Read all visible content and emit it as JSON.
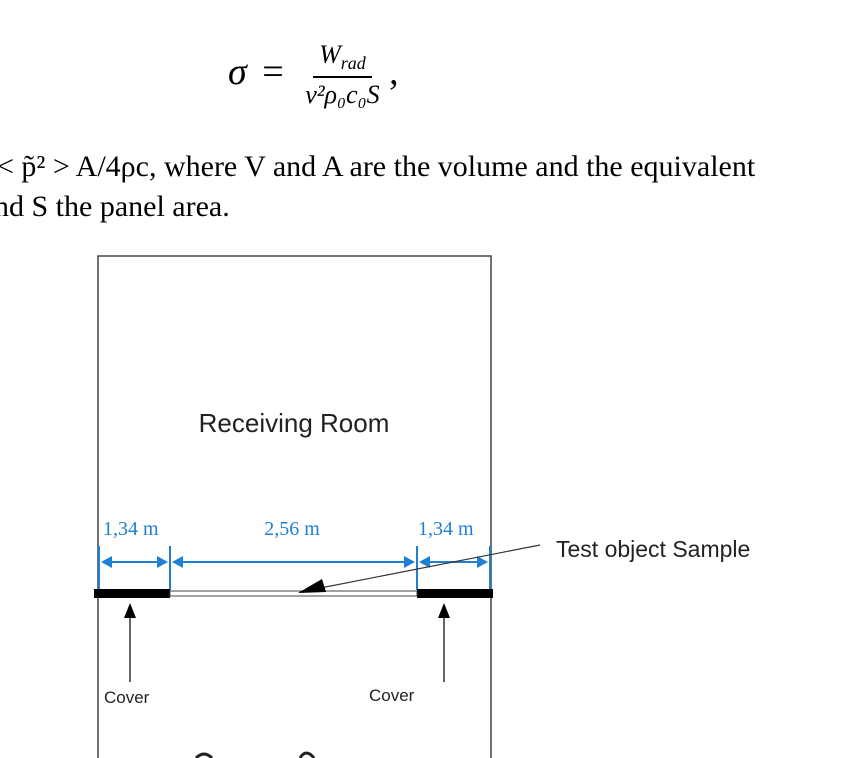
{
  "equation": {
    "lhs": "σ",
    "eq": "=",
    "numerator": "W",
    "numerator_sub": "rad",
    "denominator": "v²ρ₀c₀S",
    "trail": ","
  },
  "text": {
    "line1": "< p̃² > A/4ρc, where V and A are the volume and the equivalent",
    "line2": "nd S the panel area."
  },
  "diagram": {
    "receiving_room_label": "Receiving Room",
    "dim_left": "1,34 m",
    "dim_middle": "2,56 m",
    "dim_right": "1,34 m",
    "test_object_label": "Test object Sample",
    "cover_left": "Cover",
    "cover_right": "Cover",
    "colors": {
      "dimension": "#1f7fd4",
      "lines": "#444444",
      "cover": "#000000"
    }
  }
}
